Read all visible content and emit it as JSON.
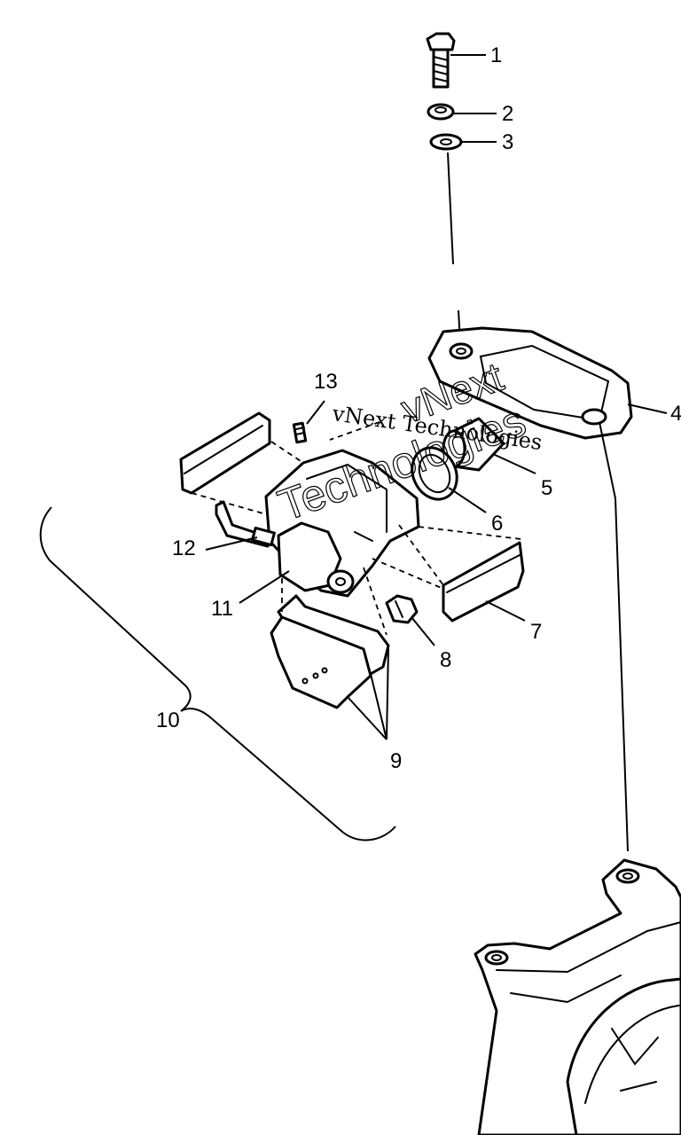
{
  "callouts": {
    "c1": "1",
    "c2": "2",
    "c3": "3",
    "c4": "4",
    "c5": "5",
    "c6": "6",
    "c7": "7",
    "c8": "8",
    "c9": "9",
    "c10": "10",
    "c11": "11",
    "c12": "12",
    "c13": "13"
  },
  "watermark": {
    "line1": "vNext Technologies",
    "outline1": "vNext",
    "outline2": "Technologies"
  }
}
